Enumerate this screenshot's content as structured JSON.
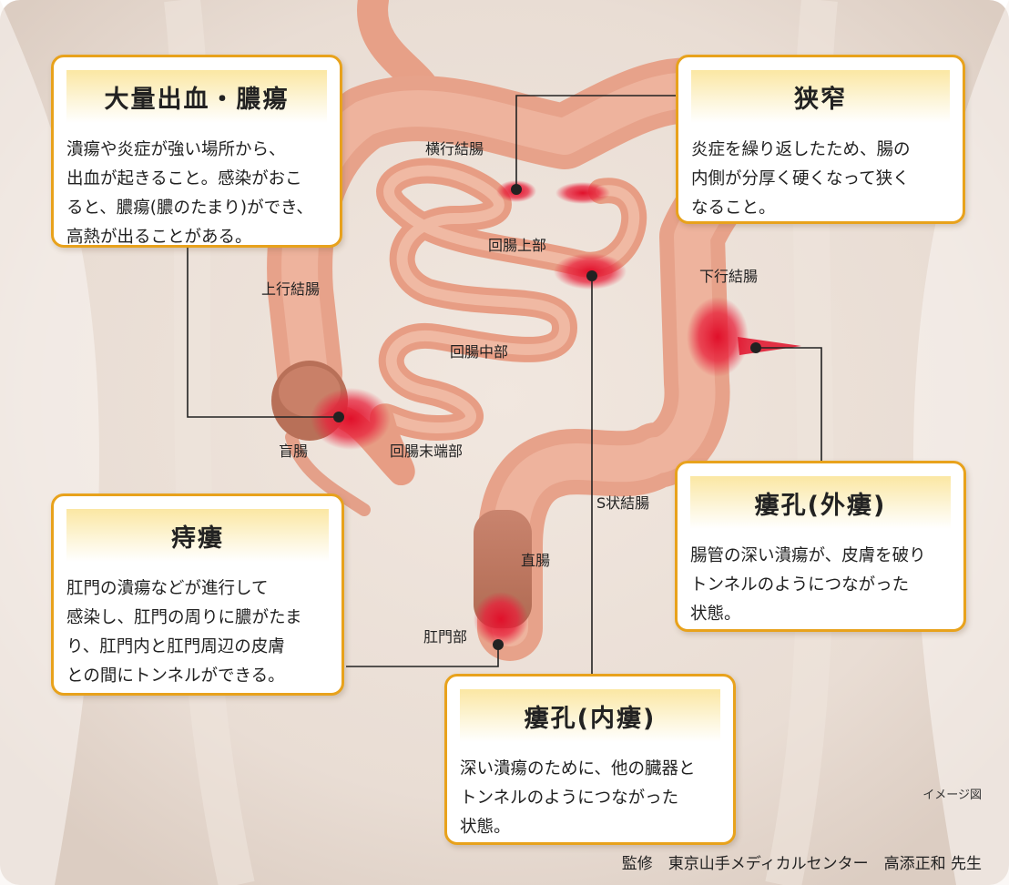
{
  "cards": {
    "bleeding": {
      "title": "大量出血・膿瘍",
      "body": "潰瘍や炎症が強い場所から、\n出血が起きること。感染がおこ\nると、膿瘍(膿のたまり)ができ、\n高熱が出ることがある。"
    },
    "stricture": {
      "title": "狭窄",
      "body": "炎症を繰り返したため、腸の\n内側が分厚く硬くなって狭く\nなること。"
    },
    "anal_fistula": {
      "title": "痔瘻",
      "body": "肛門の潰瘍などが進行して\n感染し、肛門の周りに膿がたま\nり、肛門内と肛門周辺の皮膚\nとの間にトンネルができる。"
    },
    "external_fistula": {
      "title": "瘻孔(外瘻)",
      "body": "腸管の深い潰瘍が、皮膚を破り\nトンネルのようにつながった\n状態。"
    },
    "internal_fistula": {
      "title": "瘻孔(内瘻)",
      "body": "深い潰瘍のために、他の臓器と\nトンネルのようにつながった\n状態。"
    }
  },
  "labels": {
    "transverse_colon": "横行結腸",
    "ascending_colon": "上行結腸",
    "upper_ileum": "回腸上部",
    "descending_colon": "下行結腸",
    "middle_ileum": "回腸中部",
    "cecum": "盲腸",
    "terminal_ileum": "回腸末端部",
    "sigmoid_colon": "S状結腸",
    "rectum": "直腸",
    "anus": "肛門部"
  },
  "image_note": "イメージ図",
  "credit": "監修　東京山手メディカルセンター　高添正和 先生",
  "colors": {
    "card_border": "#e8a21c",
    "intestine": "#e9a58c",
    "inflammation": "#e0102a",
    "background": "#f3ece6"
  }
}
